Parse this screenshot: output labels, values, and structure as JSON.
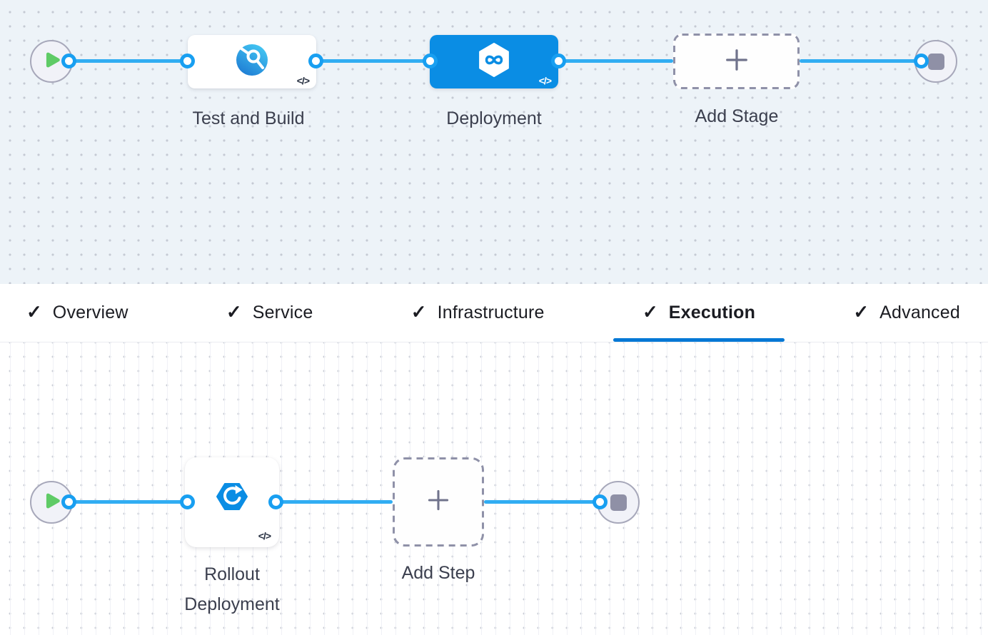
{
  "pipeline_graph": {
    "start_node": {
      "icon": "play-icon"
    },
    "end_node": {
      "icon": "stop-icon"
    },
    "stages": [
      {
        "label": "Test and Build",
        "icon": "ci-build-icon",
        "code_badge": "</>",
        "selected": false
      },
      {
        "label": "Deployment",
        "icon": "cd-deploy-icon",
        "code_badge": "</>",
        "selected": true
      },
      {
        "label": "Add Stage",
        "icon": "plus-icon",
        "placeholder": true
      }
    ]
  },
  "stage_tabs": {
    "check_icon": "✓",
    "items": [
      {
        "label": "Overview",
        "active": false
      },
      {
        "label": "Service",
        "active": false
      },
      {
        "label": "Infrastructure",
        "active": false
      },
      {
        "label": "Execution",
        "active": true
      },
      {
        "label": "Advanced",
        "active": false
      }
    ]
  },
  "execution_graph": {
    "start_node": {
      "icon": "play-icon"
    },
    "end_node": {
      "icon": "stop-icon"
    },
    "steps": [
      {
        "label": "Rollout Deployment",
        "icon": "rollout-deployment-icon",
        "code_badge": "</>"
      },
      {
        "label": "Add Step",
        "icon": "plus-icon",
        "placeholder": true
      }
    ]
  },
  "colors": {
    "selected_stage_blue": "#0a8de4",
    "edge_blue": "#31adf2",
    "connector_ring_blue": "#189ff1",
    "active_tab_underline": "#0278d5",
    "play_green": "#5fcb66",
    "stop_slate": "#8f90a6",
    "canvas_top_bg": "#edf3f8",
    "canvas_bottom_bg": "#ffffff"
  }
}
